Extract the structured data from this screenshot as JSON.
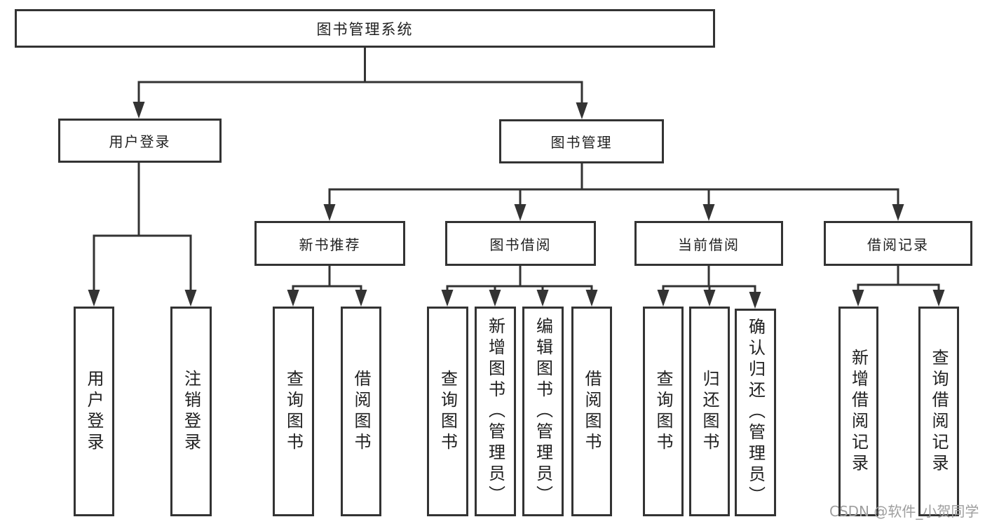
{
  "diagram": {
    "title": "图书管理系统",
    "level2": [
      {
        "label": "用户登录"
      },
      {
        "label": "图书管理"
      }
    ],
    "level3": [
      {
        "label": "新书推荐"
      },
      {
        "label": "图书借阅"
      },
      {
        "label": "当前借阅"
      },
      {
        "label": "借阅记录"
      }
    ],
    "leaves": {
      "login": [
        "用户登录",
        "注销登录"
      ],
      "recommend": [
        "查询图书",
        "借阅图书"
      ],
      "borrow": [
        "查询图书",
        "新增图书（管理员）",
        "编辑图书（管理员）",
        "借阅图书"
      ],
      "current": [
        "查询图书",
        "归还图书",
        "确认归还（管理员）"
      ],
      "records": [
        "新增借阅记录",
        "查询借阅记录"
      ]
    },
    "watermark": "CSDN @软件_小贺同学",
    "colors": {
      "line": "#333333",
      "text": "#1f1f1f",
      "watermark": "#9e9e9e",
      "background": "#ffffff"
    }
  }
}
